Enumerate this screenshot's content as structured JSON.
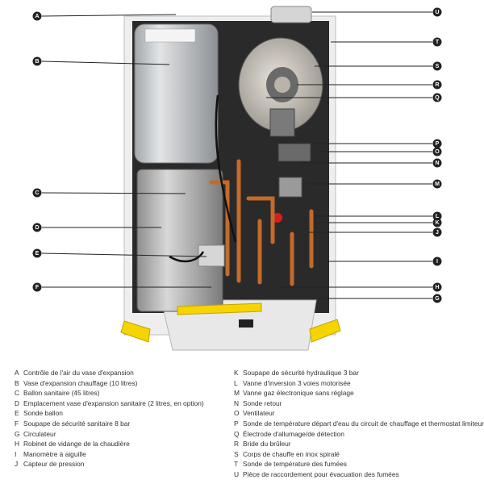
{
  "callouts": [
    "A",
    "B",
    "C",
    "D",
    "E",
    "F",
    "U",
    "T",
    "S",
    "R",
    "Q",
    "P",
    "O",
    "N",
    "M",
    "L",
    "K",
    "J",
    "I",
    "H",
    "G"
  ],
  "legend": {
    "left": [
      {
        "letter": "A",
        "text": "Contrôle de l'air du vase d'expansion"
      },
      {
        "letter": "B",
        "text": "Vase d'expansion chauffage (10 litres)"
      },
      {
        "letter": "C",
        "text": "Ballon sanitaire (45 litres)"
      },
      {
        "letter": "D",
        "text": "Emplacement vase d'expansion sanitaire (2 litres, en option)"
      },
      {
        "letter": "E",
        "text": "Sonde ballon"
      },
      {
        "letter": "F",
        "text": "Soupape de sécurité sanitaire 8 bar"
      },
      {
        "letter": "G",
        "text": "Circulateur"
      },
      {
        "letter": "H",
        "text": "Robinet de vidange de la chaudière"
      },
      {
        "letter": "I",
        "text": "Manomètre à aiguille"
      },
      {
        "letter": "J",
        "text": "Capteur de pression"
      }
    ],
    "right": [
      {
        "letter": "K",
        "text": "Soupape de sécurité hydraulique 3 bar"
      },
      {
        "letter": "L",
        "text": "Vanne d'inversion 3 voies motorisée"
      },
      {
        "letter": "M",
        "text": "Vanne gaz électronique sans réglage"
      },
      {
        "letter": "N",
        "text": "Sonde retour"
      },
      {
        "letter": "O",
        "text": "Ventilateur"
      },
      {
        "letter": "P",
        "text": "Sonde de température départ d'eau du circuit de chauffage et thermostat limiteur"
      },
      {
        "letter": "Q",
        "text": "Électrode d'allumage/de détection"
      },
      {
        "letter": "R",
        "text": "Bride du brûleur"
      },
      {
        "letter": "S",
        "text": "Corps de chauffe en inox spiralé"
      },
      {
        "letter": "T",
        "text": "Sonde de température des fumées"
      },
      {
        "letter": "U",
        "text": "Pièce de raccordement pour évacuation des fumées"
      }
    ]
  }
}
